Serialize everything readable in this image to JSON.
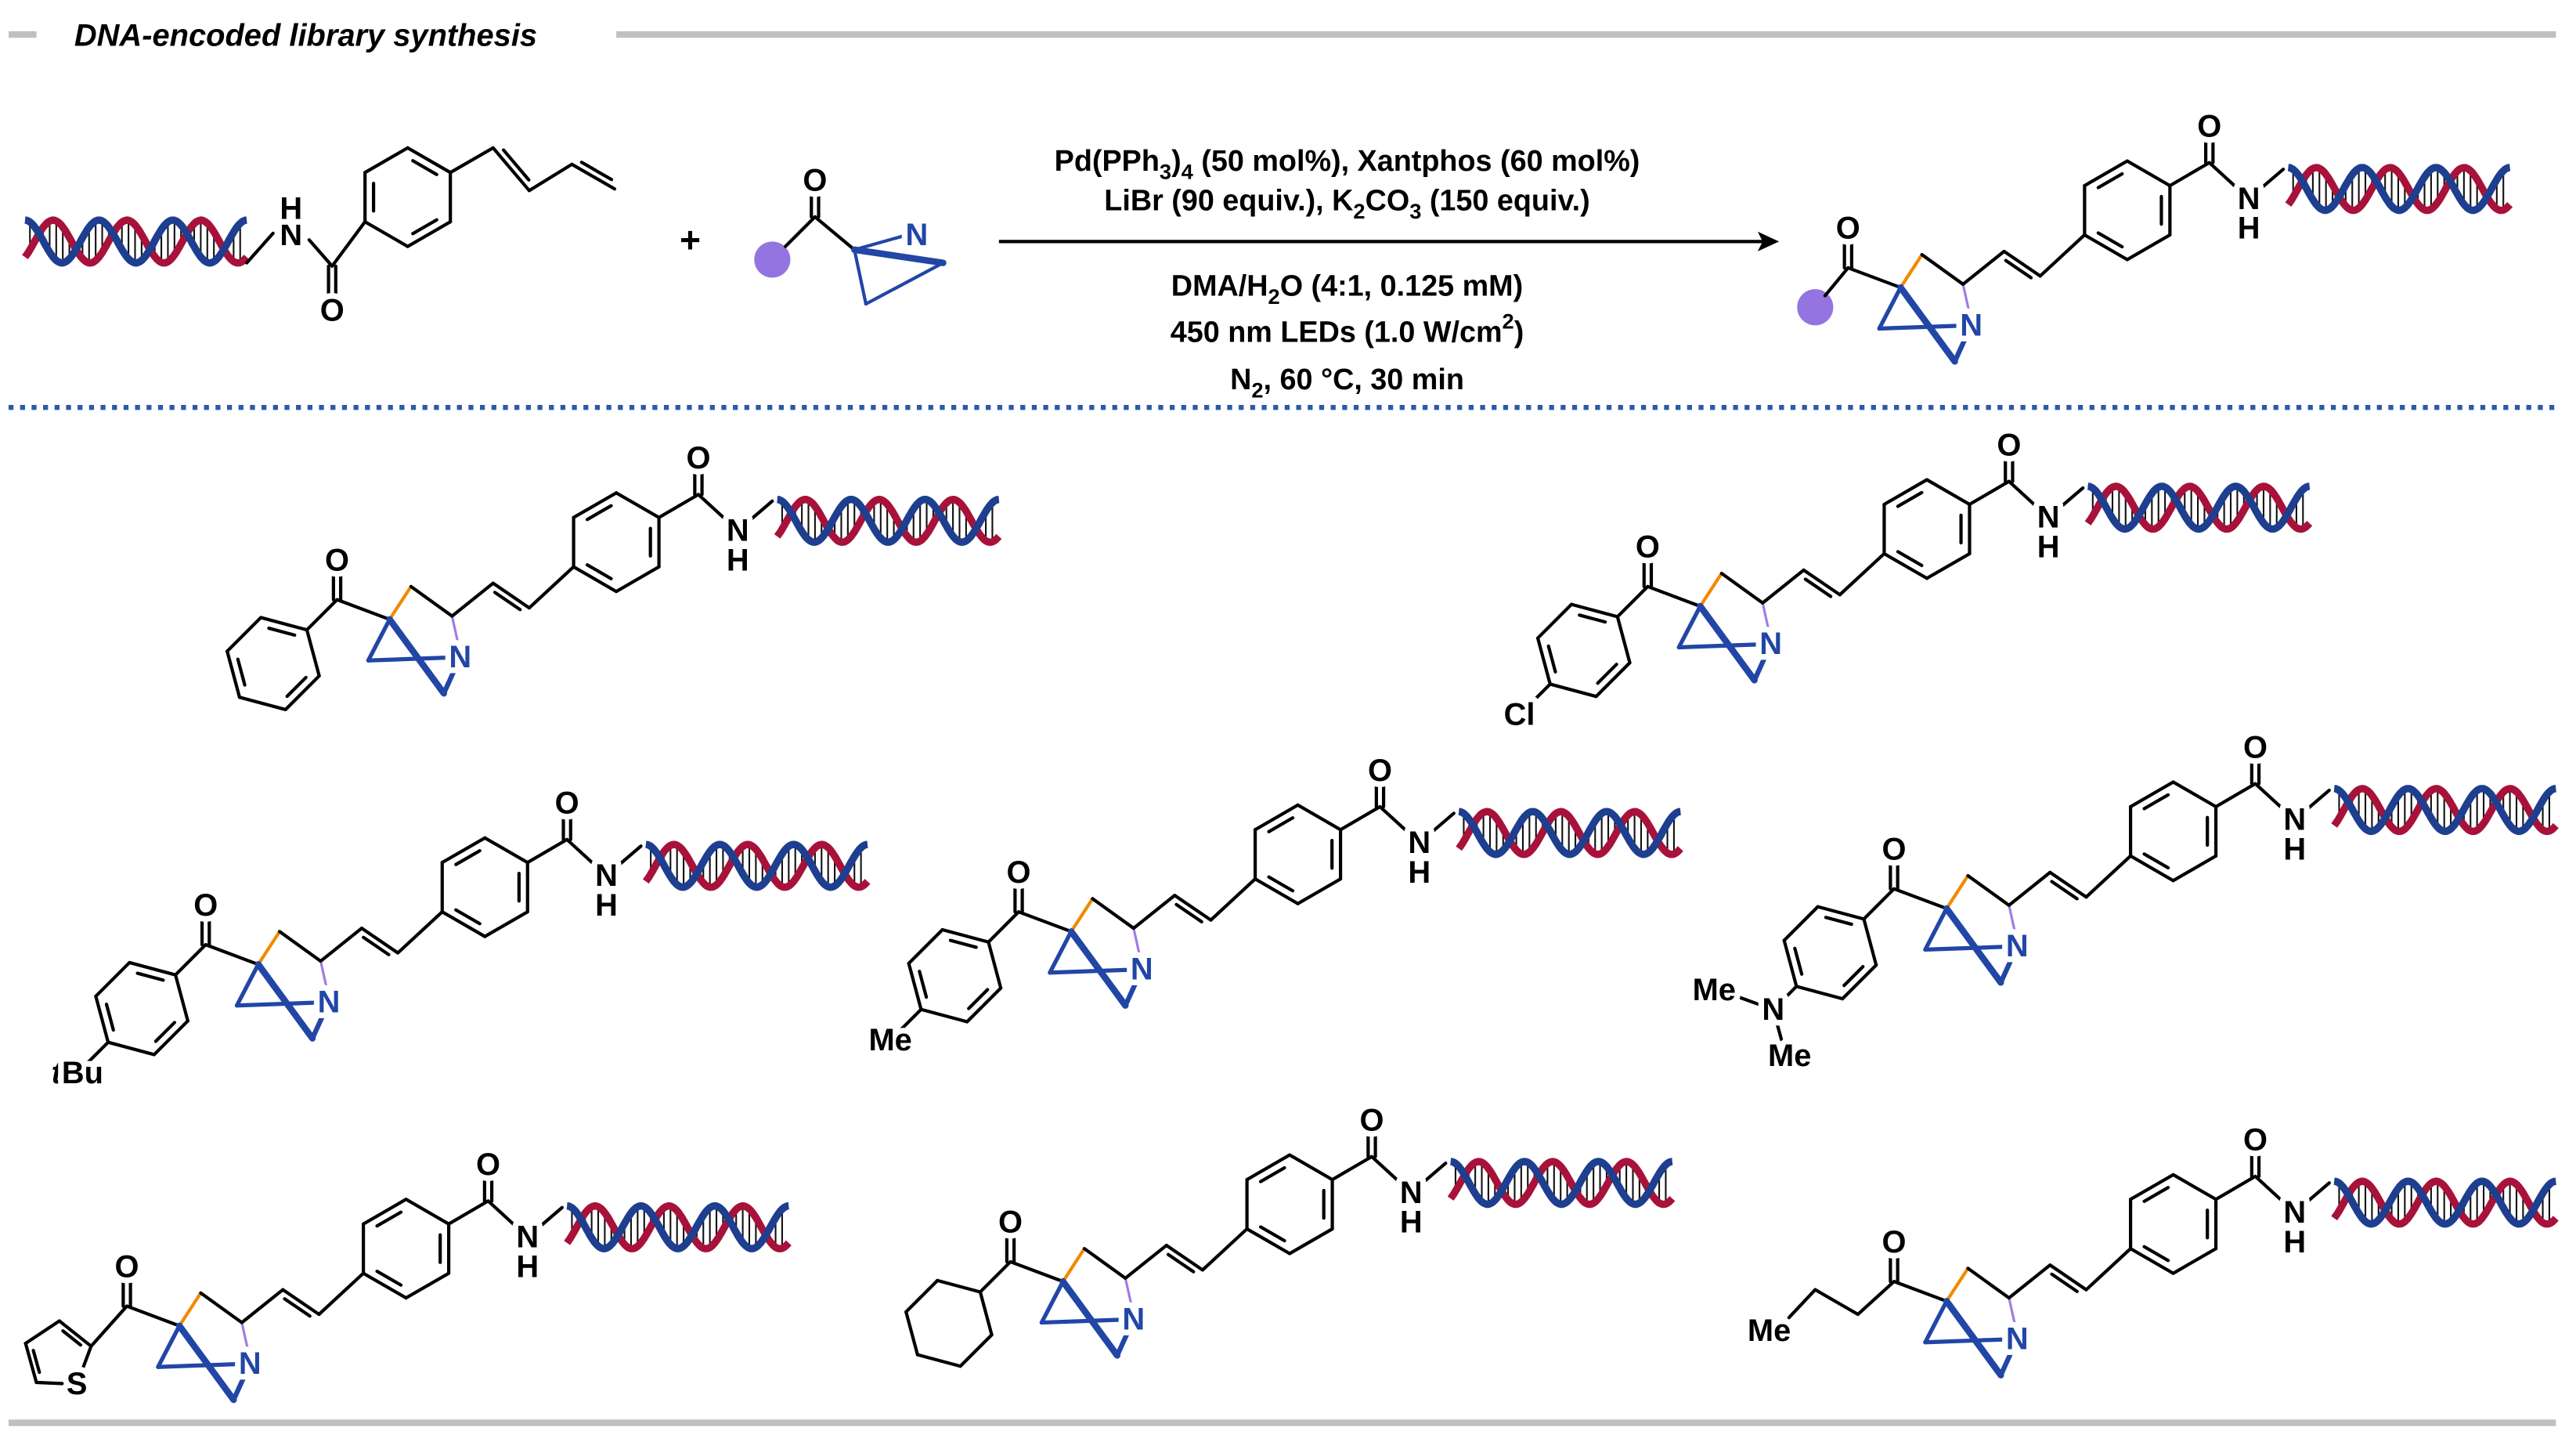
{
  "header": {
    "title": "DNA-encoded library synthesis"
  },
  "reaction": {
    "plus": "+",
    "conditions_above": [
      [
        {
          "t": "Pd(PPh"
        },
        {
          "sub": "3"
        },
        {
          "t": ")"
        },
        {
          "sub": "4"
        },
        {
          "t": " (50 mol%), Xantphos (60 mol%)"
        }
      ],
      [
        {
          "t": "LiBr (90 equiv.), K"
        },
        {
          "sub": "2"
        },
        {
          "t": "CO"
        },
        {
          "sub": "3"
        },
        {
          "t": " (150 equiv.)"
        }
      ]
    ],
    "conditions_below": [
      [
        {
          "t": "DMA/H"
        },
        {
          "sub": "2"
        },
        {
          "t": "O (4:1, 0.125 mM)"
        }
      ],
      [
        {
          "t": "450 nm LEDs (1.0 W/cm"
        },
        {
          "sup": "2"
        },
        {
          "t": ")"
        }
      ],
      [
        {
          "t": "N"
        },
        {
          "sub": "2"
        },
        {
          "t": ", 60 °C, 30 min"
        }
      ]
    ]
  },
  "atoms": {
    "O": "O",
    "N": "N",
    "H": "H"
  },
  "products": [
    {
      "substituent": "phenyl"
    },
    {
      "substituent": "aryl",
      "para_label": "Cl"
    },
    {
      "substituent": "aryl",
      "para_prefix": "t",
      "para_label": "Bu"
    },
    {
      "substituent": "aryl",
      "para_label": "Me"
    },
    {
      "substituent": "aryl-amine",
      "amine_label": "N",
      "methyl_labels": [
        "Me",
        "Me"
      ]
    },
    {
      "substituent": "thiophene",
      "hetero_label": "S"
    },
    {
      "substituent": "cyclohexyl"
    },
    {
      "substituent": "propyl",
      "chain_label": "Me"
    }
  ],
  "colors": {
    "azabicycle": "#2146a6",
    "new_bond_cc": "#f08a00",
    "new_bond_cn": "#a07ae6",
    "dna_strand_1": "#1e3f8f",
    "dna_strand_2": "#a8123a",
    "placeholder_dot": "#9474e0",
    "rule_grey": "#c0c0c0",
    "divider_blue": "#2b5aa8"
  }
}
